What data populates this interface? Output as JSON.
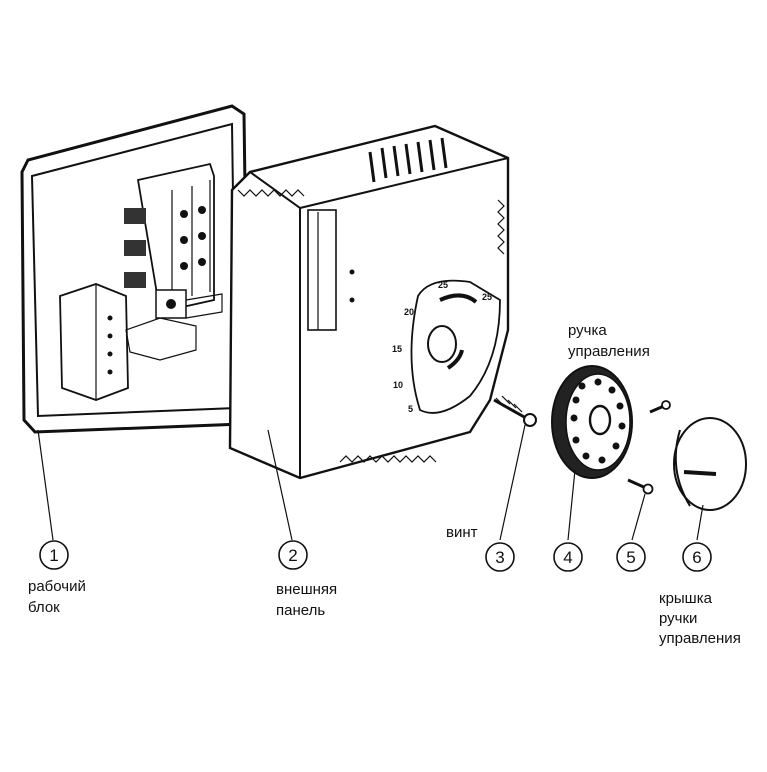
{
  "diagram": {
    "parts": [
      {
        "number": "1",
        "label_lines": [
          "рабочий",
          "блок"
        ]
      },
      {
        "number": "2",
        "label_lines": [
          "внешняя",
          "панель"
        ]
      },
      {
        "number": "3",
        "label_lines": [
          "винт"
        ]
      },
      {
        "number": "4",
        "label_lines": [
          "ручка",
          "управления"
        ]
      },
      {
        "number": "5",
        "label_lines": []
      },
      {
        "number": "6",
        "label_lines": [
          "крышка",
          "ручки",
          "управления"
        ]
      }
    ],
    "dial_scale": [
      "5",
      "10",
      "15",
      "20",
      "25",
      "25"
    ]
  }
}
